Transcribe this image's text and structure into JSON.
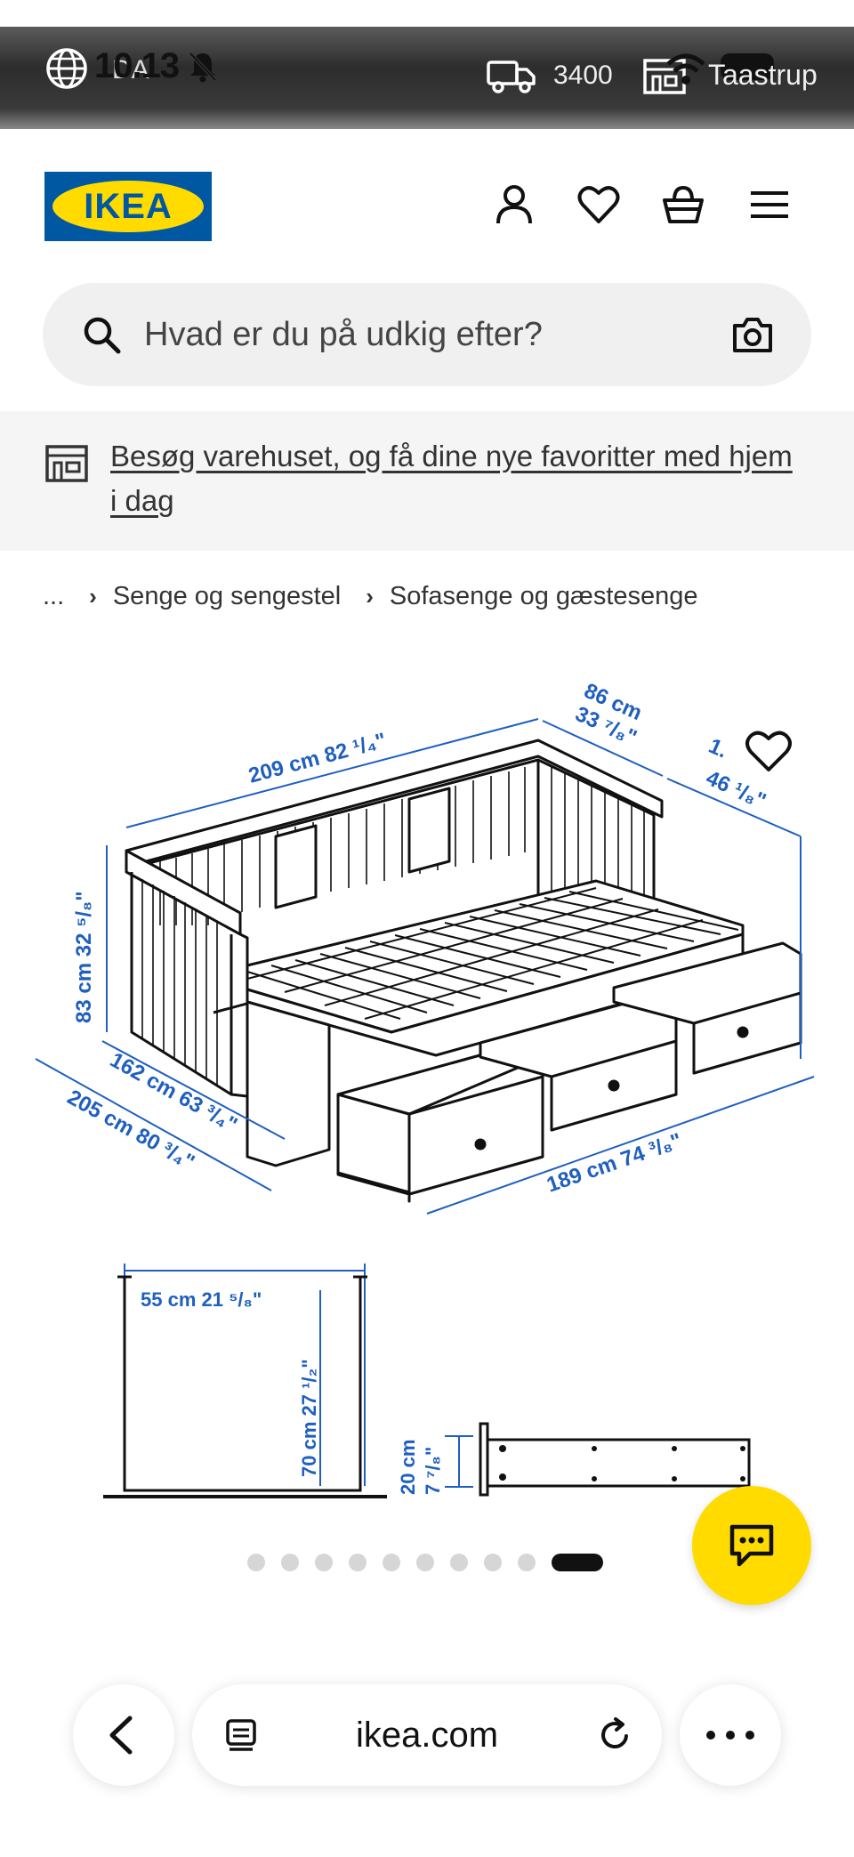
{
  "status_bar": {
    "time": "10.13",
    "language": "DA",
    "postal_code": "3400",
    "store": "Taastrup"
  },
  "header": {
    "logo_text": "IKEA"
  },
  "search": {
    "placeholder": "Hvad er du på udkig efter?"
  },
  "store_banner": {
    "text": "Besøg varehuset, og få dine nye favoritter med hjem i dag"
  },
  "breadcrumb": {
    "ellipsis": "...",
    "items": [
      "Senge og sengestel",
      "Sofasenge og gæstesenge"
    ]
  },
  "product_image": {
    "dimensions": {
      "length": "209 cm 82 ¹/₄\"",
      "depth": "86 cm 33 ⁷/₈\"",
      "side": "1.",
      "side_in": "46 ¹/₈\"",
      "height": "83 cm 32 ⁵/₈\"",
      "inner_width": "162 cm 63 ³/₄\"",
      "outer_width": "205 cm 80 ³/₄\"",
      "inner_length": "189 cm 74 ³/₈\"",
      "drawer_depth": "55 cm 21 ⁵/₈\"",
      "drawer_width": "70 cm 27 ¹/₂\"",
      "drawer_height": "20 cm",
      "drawer_height_in": "7 ⁷/₈\""
    }
  },
  "carousel": {
    "total": 10,
    "active_index": 9
  },
  "browser": {
    "url": "ikea.com"
  },
  "colors": {
    "ikea_blue": "#0058a3",
    "ikea_yellow": "#ffdb00",
    "dimension_blue": "#1f5fbf"
  }
}
